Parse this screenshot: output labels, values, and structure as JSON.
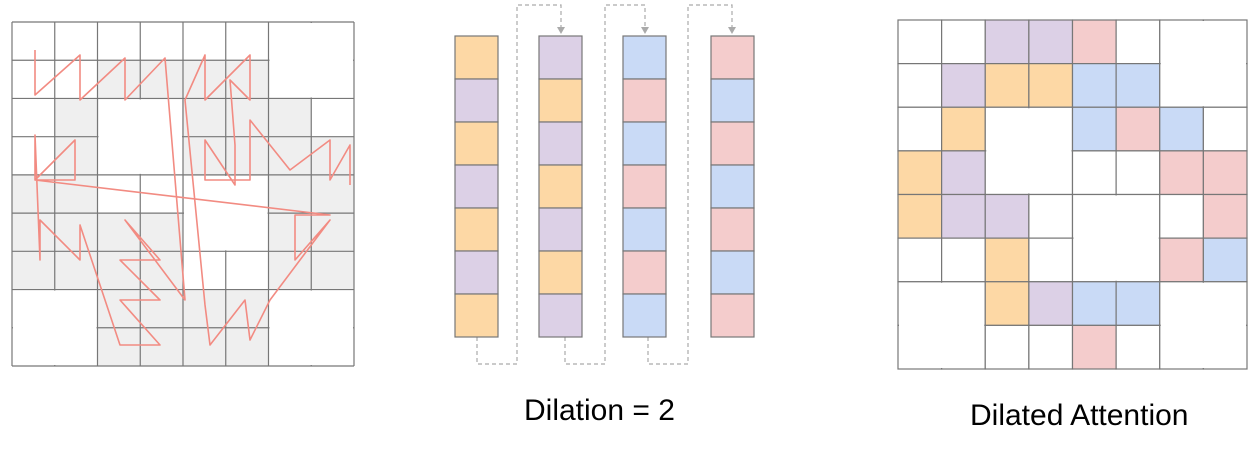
{
  "colors": {
    "grid_line": "#777777",
    "shade": "#efefef",
    "curve": "#f28b82",
    "connector": "#aaaaaa",
    "orange": "#fdd8a5",
    "purple": "#dcd0e6",
    "blue": "#c9daf6",
    "pink": "#f4cccc"
  },
  "captions": {
    "dilation": "Dilation = 2",
    "dilated_attention": "Dilated Attention"
  },
  "sequence_columns": [
    [
      "orange",
      "purple",
      "orange",
      "purple",
      "orange",
      "purple",
      "orange"
    ],
    [
      "purple",
      "orange",
      "purple",
      "orange",
      "purple",
      "orange",
      "purple"
    ],
    [
      "blue",
      "pink",
      "blue",
      "pink",
      "blue",
      "pink",
      "blue"
    ],
    [
      "pink",
      "blue",
      "pink",
      "blue",
      "pink",
      "blue",
      "pink"
    ]
  ],
  "left_panel": {
    "shaded_cells": [
      "1,2",
      "1,3",
      "1,4",
      "1,5",
      "1,6",
      "2,1",
      "2,2",
      "2,3",
      "2,4",
      "2,5",
      "2,6",
      "3,1",
      "3,4",
      "3,5",
      "3,6",
      "3,7",
      "4,0",
      "4,1",
      "4,4",
      "4,5",
      "4,6",
      "4,7",
      "5,0",
      "5,1",
      "5,2",
      "5,3",
      "5,6",
      "5,7",
      "6,0",
      "6,1",
      "6,2",
      "6,3",
      "6,6",
      "6,7",
      "7,2",
      "7,3",
      "7,4",
      "7,5",
      "8,2",
      "8,3",
      "8,4",
      "8,5"
    ]
  },
  "right_panel": {
    "colored_cells": {
      "0,2": "purple",
      "0,3": "purple",
      "0,4": "pink",
      "1,1": "purple",
      "1,2": "orange",
      "1,3": "orange",
      "1,4": "blue",
      "1,5": "blue",
      "2,1": "orange",
      "2,4": "blue",
      "2,5": "pink",
      "2,6": "blue",
      "3,0": "orange",
      "3,1": "purple",
      "3,6": "pink",
      "3,7": "pink",
      "4,0": "orange",
      "4,1": "purple",
      "4,2": "purple",
      "4,7": "pink",
      "5,2": "orange",
      "5,6": "pink",
      "5,7": "blue",
      "6,2": "orange",
      "6,3": "purple",
      "6,4": "blue",
      "6,5": "blue",
      "7,4": "pink"
    }
  }
}
